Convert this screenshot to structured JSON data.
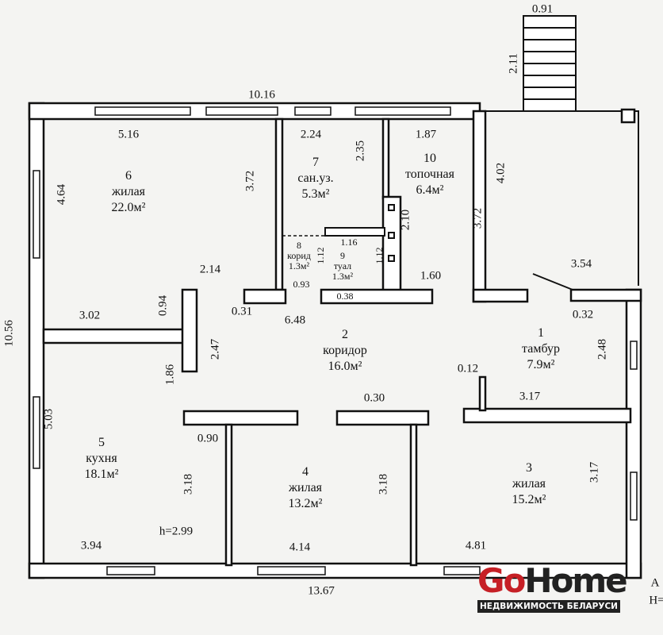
{
  "rooms": [
    {
      "number": "1",
      "name": "тамбур",
      "area": "7.9м²"
    },
    {
      "number": "2",
      "name": "коридор",
      "area": "16.0м²"
    },
    {
      "number": "3",
      "name": "жилая",
      "area": "15.2м²"
    },
    {
      "number": "4",
      "name": "жилая",
      "area": "13.2м²"
    },
    {
      "number": "5",
      "name": "кухня",
      "area": "18.1м²"
    },
    {
      "number": "6",
      "name": "жилая",
      "area": "22.0м²"
    },
    {
      "number": "7",
      "name": "сан.уз.",
      "area": "5.3м²"
    },
    {
      "number": "8",
      "name": "корид",
      "area": "1.3м²"
    },
    {
      "number": "9",
      "name": "туал",
      "area": "1.3м²"
    },
    {
      "number": "10",
      "name": "топочная",
      "area": "6.4м²"
    }
  ],
  "dimensions": {
    "stair_width": "0.91",
    "stair_length": "2.11",
    "top_total": "10.16",
    "bottom_total": "13.67",
    "left_total": "10.56",
    "r6_width": "5.16",
    "r6_height": "4.64",
    "r6_right": "3.72",
    "r7_width": "2.24",
    "r7_height": "2.35",
    "r10_width": "1.87",
    "r10_height": "3.72",
    "chimney": "2.10",
    "r9_width": "1.16",
    "r8_h": "1.12",
    "r9_h": "1.12",
    "r8_w": "0.93",
    "wall_038": "0.38",
    "d160": "1.60",
    "d214": "2.14",
    "tambour_top": "4.02",
    "d354": "3.54",
    "d031": "0.31",
    "corr_len": "6.48",
    "d302": "3.02",
    "d094": "0.94",
    "d032": "0.32",
    "d247": "2.47",
    "d248": "2.48",
    "d012": "0.12",
    "d186": "1.86",
    "d030": "0.30",
    "d317a": "3.17",
    "r5_height": "5.03",
    "d090": "0.90",
    "r5_right": "3.18",
    "r4_right": "3.18",
    "r3_right": "3.17",
    "r5_width": "3.94",
    "r4_width": "4.14",
    "r3_width": "4.81"
  },
  "notes": {
    "ceiling_height": "h=2.99",
    "edge_a": "А",
    "edge_h": "Н="
  },
  "logo": {
    "go": "Go",
    "home": "Home",
    "tagline": "НЕДВИЖИМОСТЬ БЕЛАРУСИ"
  }
}
